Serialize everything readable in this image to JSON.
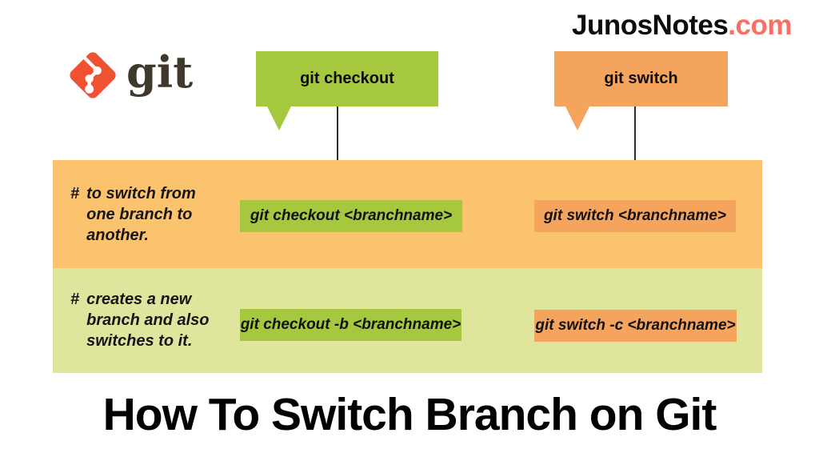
{
  "logo": {
    "wordmark": "git"
  },
  "site": {
    "name": "JunosNotes",
    "tld": ".com"
  },
  "columns": {
    "checkout_label": "git checkout",
    "switch_label": "git switch"
  },
  "rows": [
    {
      "hash": "#",
      "note": "to switch from\none branch to\nanother.",
      "checkout_cmd": "git checkout <branchname>",
      "switch_cmd": "git switch <branchname>"
    },
    {
      "hash": "#",
      "note": "creates a new\nbranch and also\nswitches to it.",
      "checkout_cmd": "git checkout -b <branchname>",
      "switch_cmd": "git switch -c <branchname>"
    }
  ],
  "title": "How To Switch Branch on Git",
  "colors": {
    "green": "#a6c83e",
    "orange": "#f4a45c",
    "band_orange": "#fbc36e",
    "band_green": "#dfe59c",
    "git_red": "#f05133",
    "git_text": "#3f382b",
    "site_accent": "#fc6d63"
  }
}
